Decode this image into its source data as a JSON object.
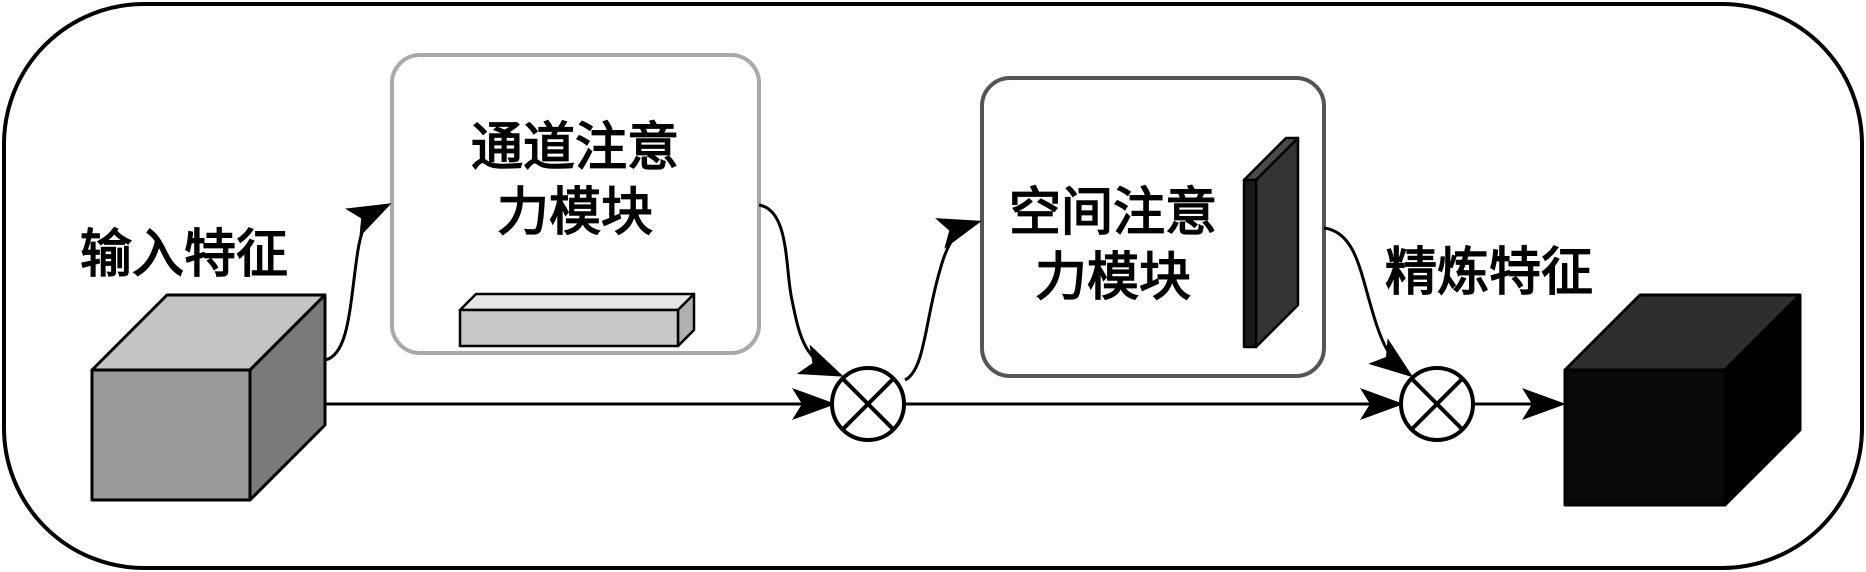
{
  "diagram": {
    "input_label": "输入特征",
    "channel_module": {
      "line1": "通道注意",
      "line2": "力模块"
    },
    "spatial_module": {
      "line1": "空间注意",
      "line2": "力模块"
    },
    "output_label": "精炼特征"
  },
  "colors": {
    "input_cube": {
      "front": "#9a9a9a",
      "top": "#c4c4c4",
      "side": "#7a7a7a"
    },
    "output_cube": {
      "front": "#080808",
      "top": "#2e2e2e",
      "side": "#000000"
    },
    "channel_box_border": "#a9a9a9",
    "spatial_box_border": "#555555",
    "channel_map": {
      "front": "#c8c8c8",
      "top": "#e6e6e6",
      "side": "#b0b0b0"
    },
    "spatial_map": {
      "front": "#1a1a1a",
      "top": "#4a4a4a",
      "side": "#333333"
    }
  },
  "icons": [
    "multiply-operator-icon",
    "multiply-operator-icon",
    "arrow-head-icon"
  ]
}
